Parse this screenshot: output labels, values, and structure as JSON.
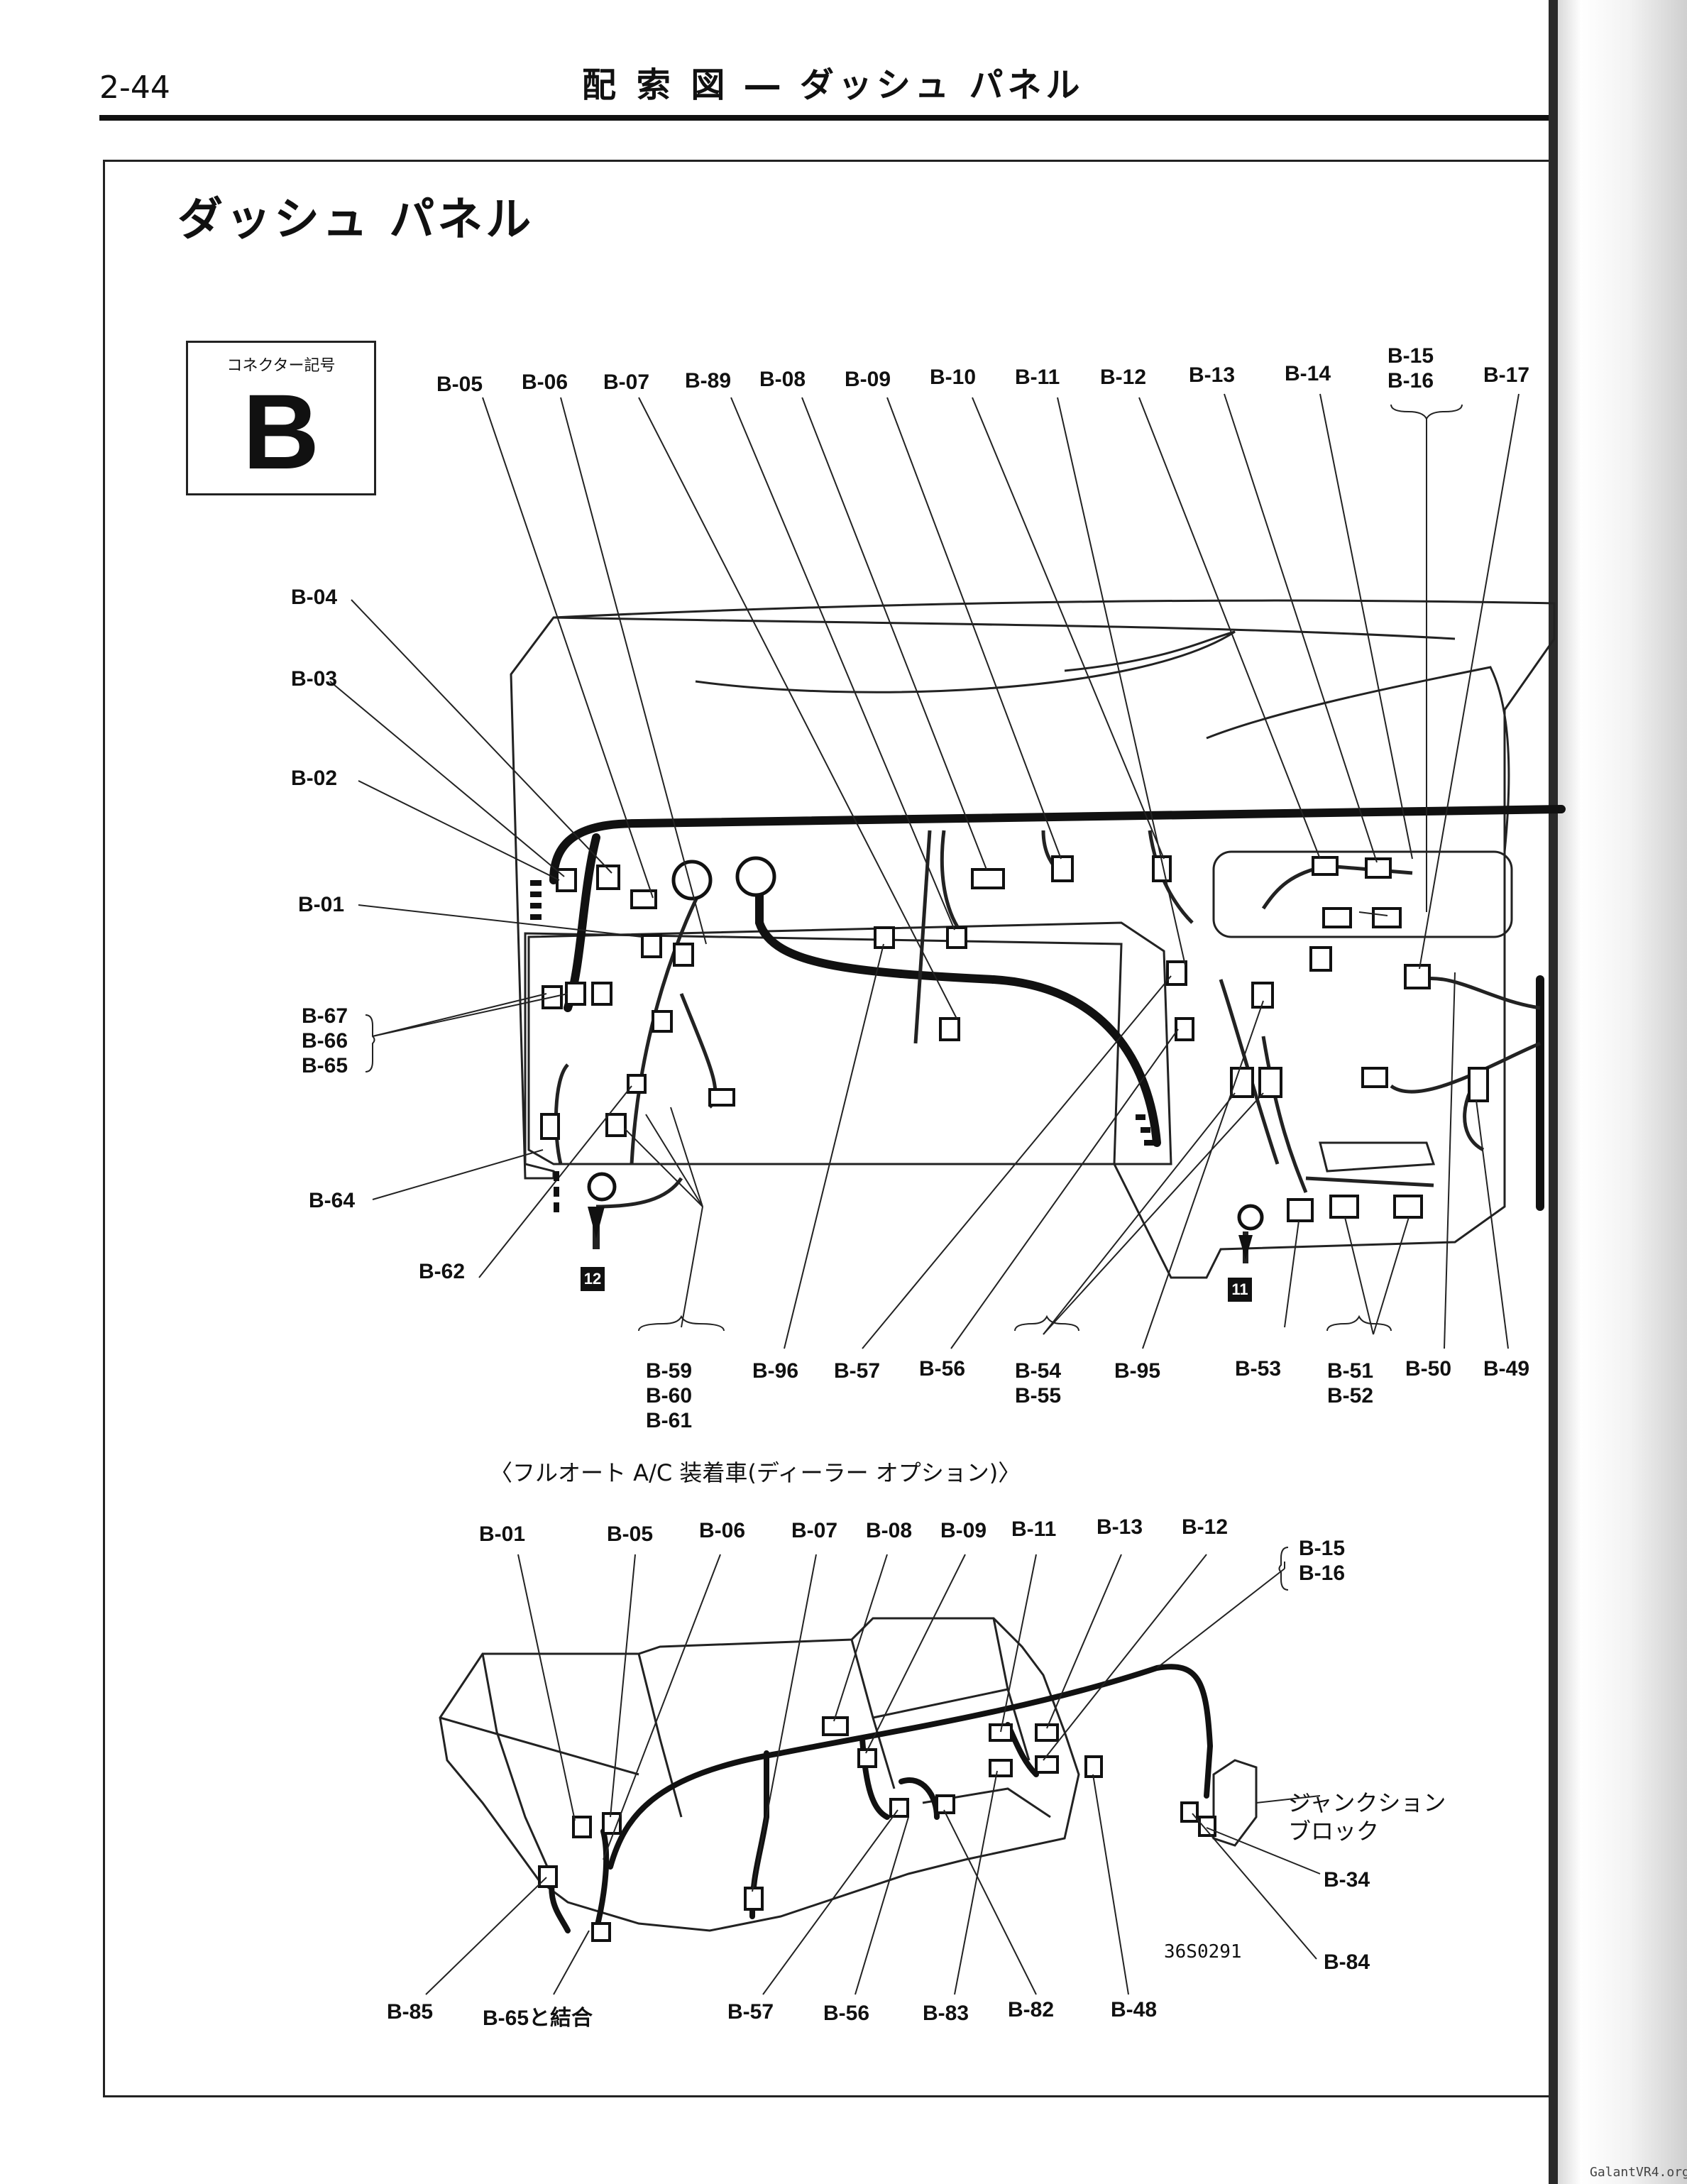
{
  "page": {
    "number": "2-44",
    "header": "配 索 図 ― ダッシュ パネル",
    "section_title": "ダッシュ パネル",
    "connector_box": {
      "caption": "コネクター記号",
      "letter": "B"
    },
    "watermark": "GalantVR4.org"
  },
  "main_diagram": {
    "top_labels": [
      "B-05",
      "B-06",
      "B-07",
      "B-89",
      "B-08",
      "B-09",
      "B-10",
      "B-11",
      "B-12",
      "B-13",
      "B-14",
      "B-15",
      "B-16",
      "B-17"
    ],
    "left_labels": [
      "B-04",
      "B-03",
      "B-02",
      "B-01",
      "B-67",
      "B-66",
      "B-65",
      "B-64",
      "B-62"
    ],
    "bottom_labels": [
      "B-59",
      "B-60",
      "B-61",
      "B-96",
      "B-57",
      "B-56",
      "B-54",
      "B-55",
      "B-95",
      "B-53",
      "B-51",
      "B-52",
      "B-50",
      "B-49"
    ],
    "ground_markers": [
      "12",
      "11"
    ]
  },
  "option_diagram": {
    "title": "〈フルオート A/C 装着車(ディーラー オプション)〉",
    "top_labels": [
      "B-01",
      "B-05",
      "B-06",
      "B-07",
      "B-08",
      "B-09",
      "B-11",
      "B-13",
      "B-12",
      "B-15",
      "B-16"
    ],
    "right_labels": [
      "ジャンクション",
      "ブロック",
      "B-34",
      "B-84"
    ],
    "bottom_labels": [
      "B-85",
      "B-65と結合",
      "B-57",
      "B-56",
      "B-83",
      "B-82",
      "B-48"
    ],
    "image_code": "36S0291"
  }
}
